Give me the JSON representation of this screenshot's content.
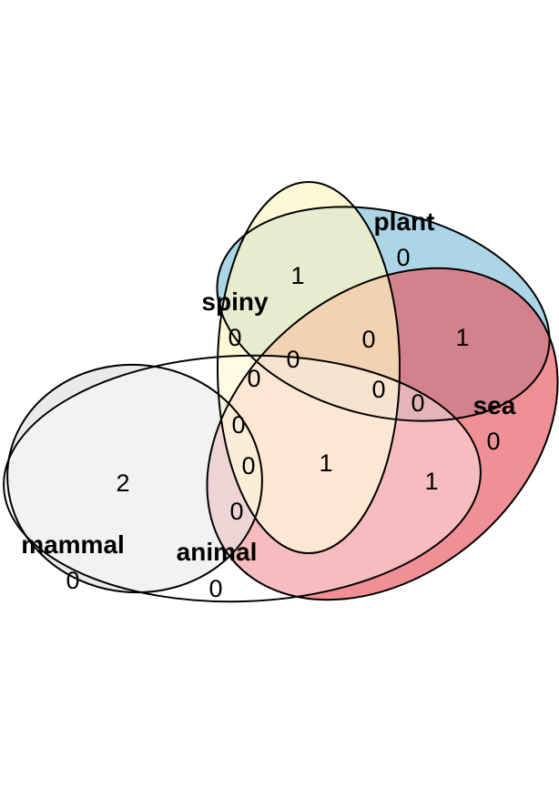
{
  "venn": {
    "sets": [
      {
        "key": "plant",
        "label": "plant",
        "color": "#9ecfe2"
      },
      {
        "key": "sea",
        "label": "sea",
        "color": "#e8545a"
      },
      {
        "key": "spiny",
        "label": "spiny",
        "color": "#fff5c2"
      },
      {
        "key": "mammal",
        "label": "mammal",
        "color": "#d9d9d9"
      },
      {
        "key": "animal",
        "label": "animal",
        "color": "#ffffff"
      }
    ],
    "regions": [
      {
        "key": "plant_only",
        "value": "0"
      },
      {
        "key": "plant_spiny",
        "value": "1"
      },
      {
        "key": "plant_sea",
        "value": "1"
      },
      {
        "key": "plant_spiny_sea",
        "value": "0"
      },
      {
        "key": "spiny_only",
        "value": "0"
      },
      {
        "key": "spiny_animal",
        "value": "0"
      },
      {
        "key": "center",
        "value": "0"
      },
      {
        "key": "plant_sea_animal_spiny",
        "value": "0"
      },
      {
        "key": "plant_sea_animal",
        "value": "0"
      },
      {
        "key": "sea_only",
        "value": "0"
      },
      {
        "key": "spiny_mammal",
        "value": "0"
      },
      {
        "key": "spiny_mammal_animal",
        "value": "0"
      },
      {
        "key": "mammal_animal_spiny_low",
        "value": "0"
      },
      {
        "key": "mammal_animal",
        "value": "2"
      },
      {
        "key": "spiny_sea_animal",
        "value": "1"
      },
      {
        "key": "sea_animal",
        "value": "1"
      },
      {
        "key": "mammal_only",
        "value": "0"
      },
      {
        "key": "animal_only",
        "value": "0"
      }
    ]
  }
}
